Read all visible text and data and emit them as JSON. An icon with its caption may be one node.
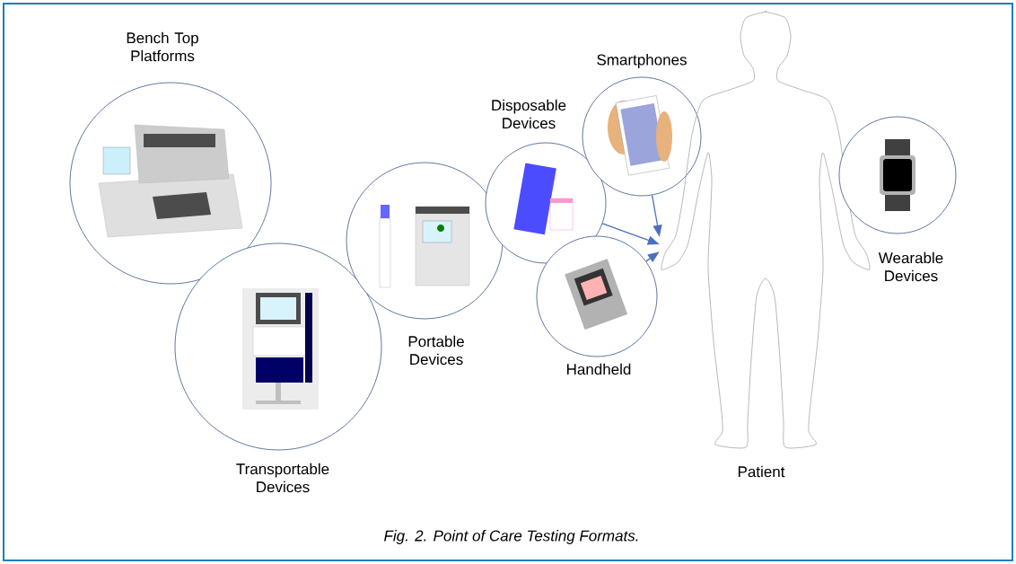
{
  "diagram": {
    "caption": "Fig. 2. Point of Care Testing Formats.",
    "nodes": [
      {
        "text": [
          "Bench Top Platforms"
        ]
      },
      {
        "text": [
          "Transportable Devices"
        ]
      },
      {
        "text": [
          "Portable Devices"
        ]
      },
      {
        "text": [
          "Disposable Devices"
        ]
      },
      {
        "text": [
          "Smartphones"
        ]
      },
      {
        "text": [
          "Handheld"
        ]
      },
      {
        "text": [
          "Patient"
        ]
      },
      {
        "text": [
          "Wearable Devices"
        ]
      }
    ],
    "edges": [
      {
        "from": 4,
        "to": 6,
        "arrow": "to"
      },
      {
        "from": 3,
        "to": 6,
        "arrow": "to"
      },
      {
        "from": 5,
        "to": 6,
        "arrow": "to"
      }
    ]
  }
}
